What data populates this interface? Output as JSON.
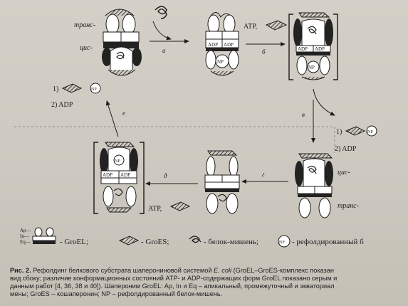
{
  "labels": {
    "trans": "транс-",
    "cis": "цис-",
    "atp": "ATP,",
    "adp": "ADP",
    "np": "NP",
    "step_a": "а",
    "step_b": "б",
    "step_v": "в",
    "step_g": "г",
    "step_d": "д",
    "step_e": "е",
    "out1_num": "1)",
    "out2": "2) ADP",
    "ap": "Ap—",
    "in": "In—",
    "eq": "Eq—"
  },
  "legend": {
    "groel": "- GroEL;",
    "groes": "- GroES;",
    "substrate": "- белок-мишень;",
    "refolded": "- рефолдированный б"
  },
  "caption": {
    "lead": "Рис. 2.",
    "line1a": " Рефолдинг белкового субстрата шаперониновой системой ",
    "line1i": "E. coli",
    "line1b": " (GroEL–GroES-комплекс показан",
    "line2": "вид сбоку; различие конформационных состояний ATP- и ADP-содержащих форм GroEL показано серым и",
    "line3": "данным работ [4, 36, 38 и 40]). Шапероним GroEL: Ap, In и Eq – апикальный, промежуточный и экваториал",
    "line4": "мены; GroES – кошаперонин; NP – рефолдированный белок-мишень."
  },
  "colors": {
    "ink": "#1b1b1b",
    "paper": "#cfcbc2",
    "hatch": "#1b1b1b"
  }
}
